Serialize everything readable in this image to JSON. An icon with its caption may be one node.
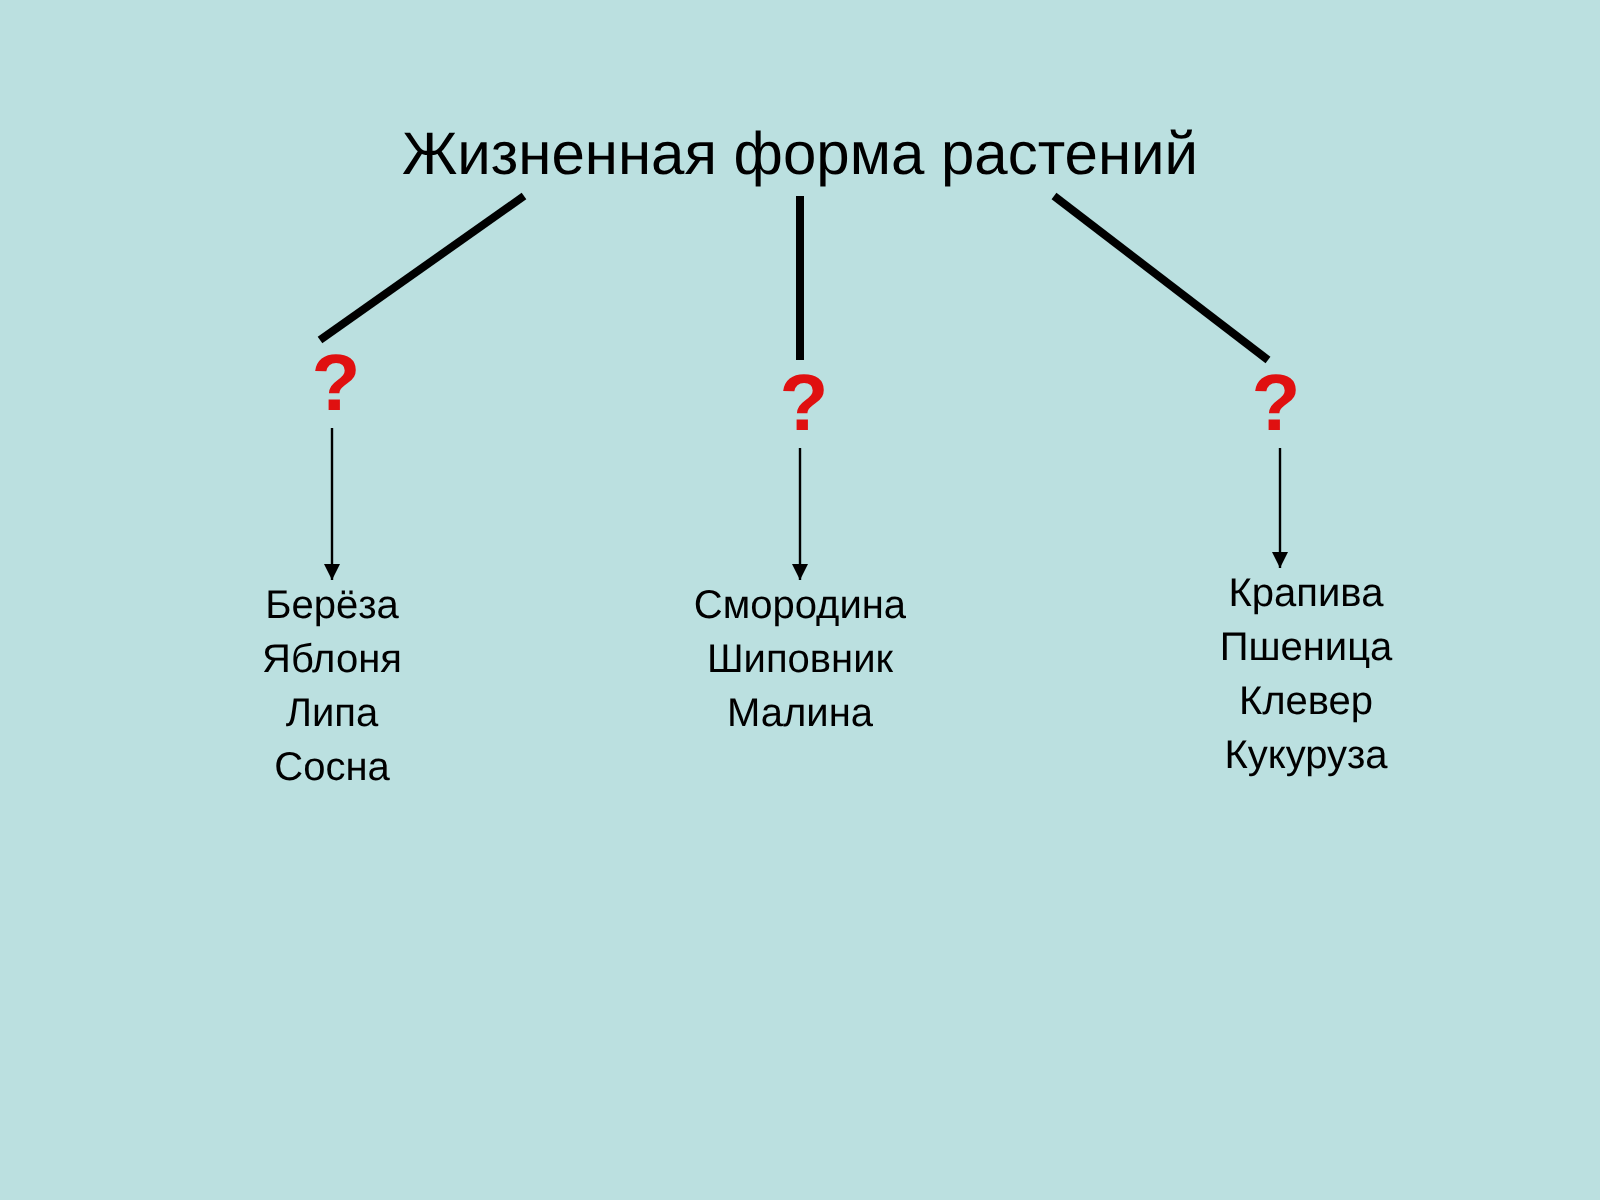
{
  "diagram": {
    "nodes": [
      {
        "text": [
          "Жизненная форма растений"
        ]
      },
      {
        "text": [
          "?"
        ]
      },
      {
        "text": [
          "?"
        ]
      },
      {
        "text": [
          "?"
        ]
      },
      {
        "text": [
          "Берёза",
          "Яблоня",
          "Липа",
          "Сосна"
        ]
      },
      {
        "text": [
          "Смородина",
          "Шиповник",
          "Малина"
        ]
      },
      {
        "text": [
          "Крапива",
          "Пшеница",
          "Клевер",
          "Кукуруза"
        ]
      }
    ],
    "edges": [
      {
        "from": 0,
        "to": 1,
        "arrow": "none",
        "style": "thick"
      },
      {
        "from": 0,
        "to": 2,
        "arrow": "none",
        "style": "thick"
      },
      {
        "from": 0,
        "to": 3,
        "arrow": "none",
        "style": "thick"
      },
      {
        "from": 1,
        "to": 4,
        "arrow": "to"
      },
      {
        "from": 2,
        "to": 5,
        "arrow": "to"
      },
      {
        "from": 3,
        "to": 6,
        "arrow": "to"
      }
    ]
  }
}
